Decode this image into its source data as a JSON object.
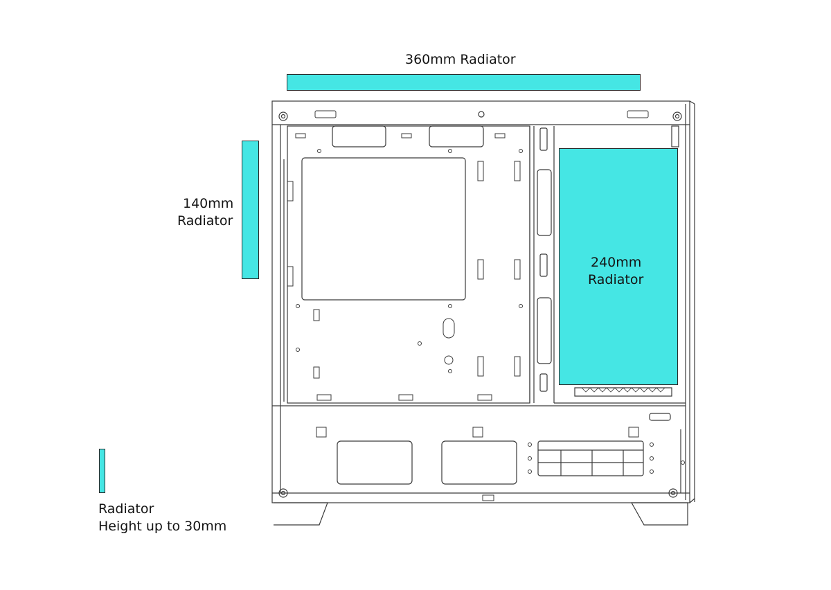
{
  "title": "",
  "colors": {
    "radiator": "#45e6e4",
    "outline": "#2a2a2a",
    "case_stroke": "#3a3a3a",
    "background": "#ffffff"
  },
  "labels": {
    "top": "360mm Radiator",
    "side_line1": "140mm",
    "side_line2": "Radiator",
    "front_line1": "240mm",
    "front_line2": "Radiator",
    "legend_line1": "Radiator",
    "legend_line2": "Height up to 30mm"
  }
}
